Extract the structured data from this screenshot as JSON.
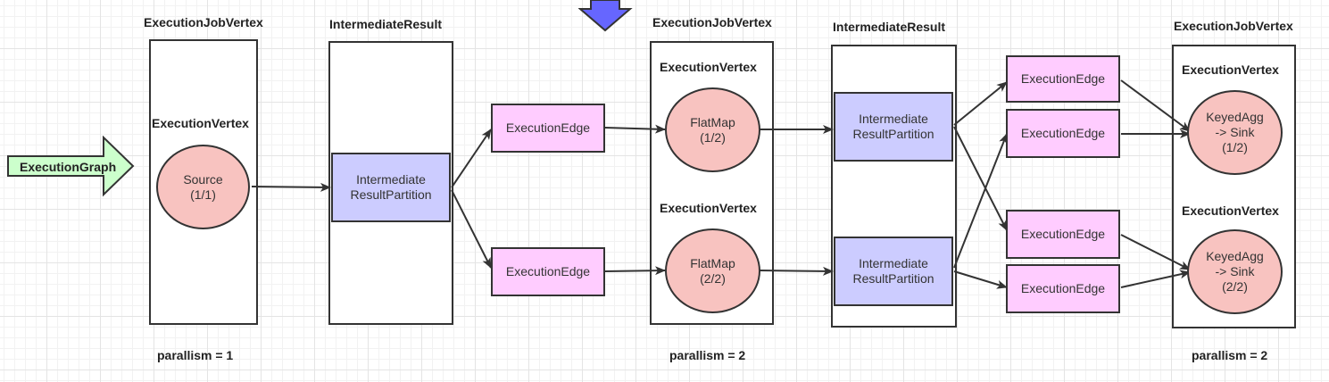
{
  "job_vertices": [
    {
      "title": "ExecutionJobVertex",
      "parallelism": "parallism = 1",
      "execution_vertex_label": "ExecutionVertex"
    },
    {
      "title": "ExecutionJobVertex",
      "parallelism": "parallism = 2",
      "execution_vertex_label": "ExecutionVertex"
    },
    {
      "title": "ExecutionJobVertex",
      "parallelism": "parallism = 2",
      "execution_vertex_label": "ExecutionVertex"
    }
  ],
  "intermediate_results": [
    {
      "title": "IntermediateResult"
    },
    {
      "title": "IntermediateResult"
    }
  ],
  "partition_label": "Intermediate\nResultPartition",
  "edge_label": "ExecutionEdge",
  "execution_graph_label": "ExecutionGraph",
  "nodes": {
    "source": "Source\n(1/1)",
    "flatmap_1": "FlatMap\n(1/2)",
    "flatmap_2": "FlatMap\n(2/2)",
    "keyedagg_1": "KeyedAgg\n-> Sink\n(1/2)",
    "keyedagg_2": "KeyedAgg\n-> Sink\n(2/2)"
  },
  "colors": {
    "edge_fill": "#ffccff",
    "partition_fill": "#ccccff",
    "node_fill": "#f8c3c0",
    "graph_arrow_fill": "#ccffcc",
    "top_arrow_fill": "#6666ff"
  }
}
